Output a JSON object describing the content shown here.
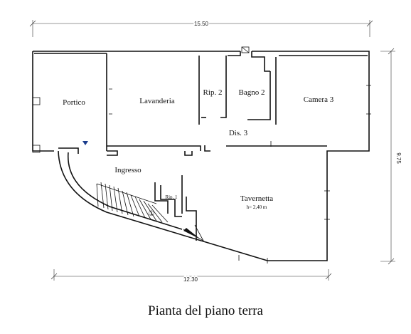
{
  "dimensions": {
    "top_width": "15.50",
    "bottom_width": "12.30",
    "right_height": "9.75"
  },
  "rooms": {
    "portico": "Portico",
    "lavanderia": "Lavanderia",
    "rip2": "Rip. 2",
    "bagno2": "Bagno 2",
    "camera3": "Camera 3",
    "dis3": "Dis. 3",
    "ingresso": "Ingresso",
    "rip1": "Rip. 1",
    "tavernetta": "Tavernetta",
    "tavernetta_height": "h= 2,40 m"
  },
  "stair_marker": "①",
  "caption": "Pianta del piano terra",
  "colors": {
    "walls": "#111111",
    "entrance_marker": "#1a3c8c"
  }
}
